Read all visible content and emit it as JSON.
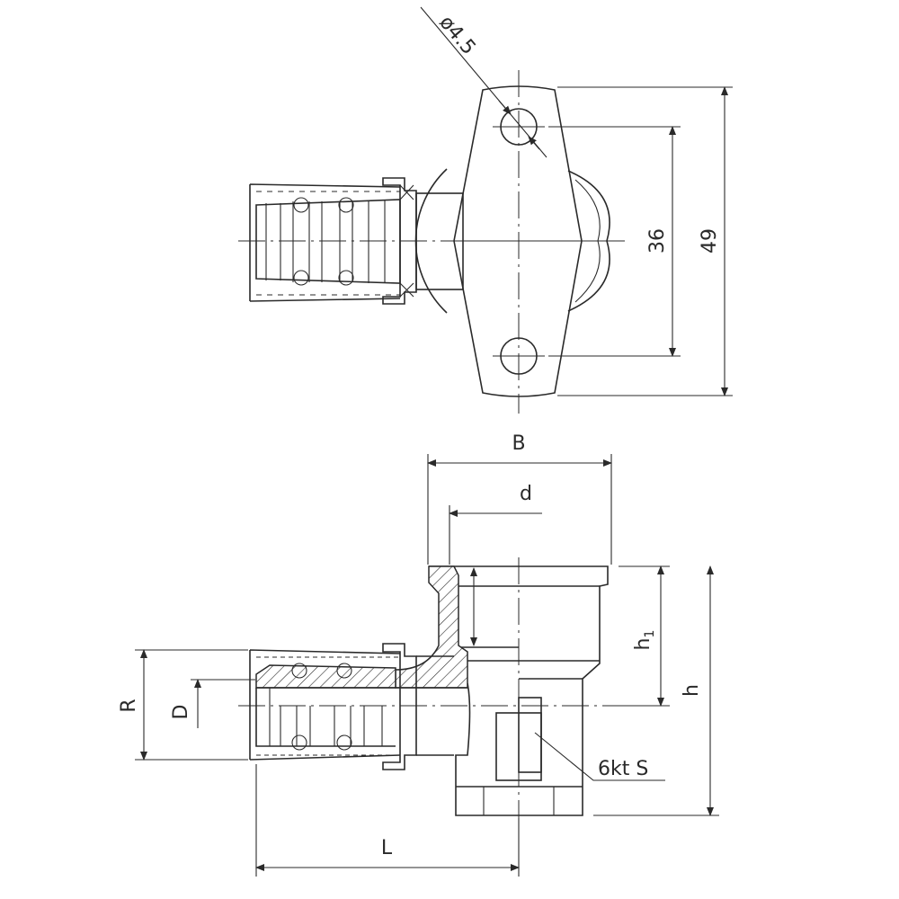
{
  "drawing": {
    "top_view": {
      "hole_diameter_label": "ø4.5",
      "hole_spacing_label": "36",
      "plate_height_label": "49"
    },
    "side_view": {
      "width_label": "B",
      "thread_label": "d",
      "thread_depth_label": "h",
      "thread_depth_subscript": "1",
      "height_label": "h",
      "sleeve_label": "R",
      "pipe_label": "D",
      "hex_label": "6kt S",
      "length_label": "L"
    }
  }
}
